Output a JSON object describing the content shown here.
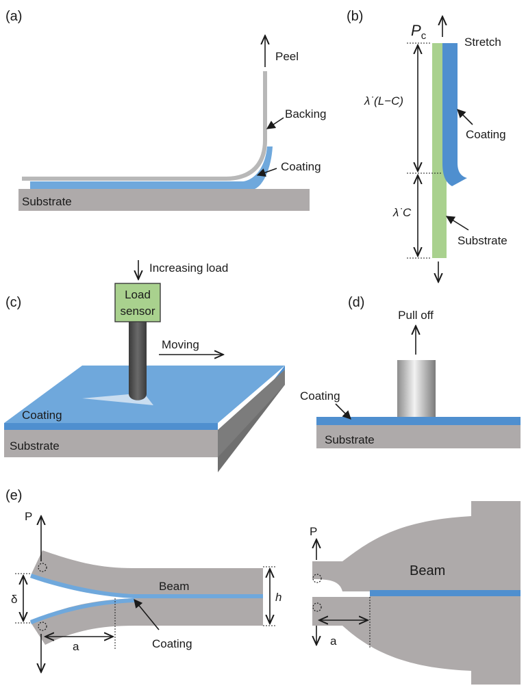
{
  "colors": {
    "substrate": "#aeaaaa",
    "coating": "#6fa8dc",
    "coating_dark": "#4f8fcf",
    "backing": "#b8b8b8",
    "substrate_green": "#a9d18e",
    "sensor": "#a9d18e",
    "beam": "#aeaaaa"
  },
  "panel_a": {
    "label": "(a)",
    "peel": "Peel",
    "backing": "Backing",
    "coating": "Coating",
    "substrate": "Substrate"
  },
  "panel_b": {
    "label": "(b)",
    "force_symbol": "P",
    "force_subscript": "c",
    "stretch": "Stretch",
    "coating": "Coating",
    "substrate": "Substrate",
    "dim_upper": "λ˙(L−C)",
    "dim_lower": "λ˙C"
  },
  "panel_c": {
    "label": "(c)",
    "increasing_load": "Increasing load",
    "load_sensor_line1": "Load",
    "load_sensor_line2": "sensor",
    "moving": "Moving",
    "coating": "Coating",
    "substrate": "Substrate"
  },
  "panel_d": {
    "label": "(d)",
    "pull_off": "Pull off",
    "coating": "Coating",
    "substrate": "Substrate"
  },
  "panel_e": {
    "label": "(e)",
    "load_left": "P",
    "beam_left": "Beam",
    "delta": "δ",
    "h": "h",
    "a_left": "a",
    "coating": "Coating",
    "load_right": "P",
    "beam_right": "Beam",
    "a_right": "a"
  }
}
